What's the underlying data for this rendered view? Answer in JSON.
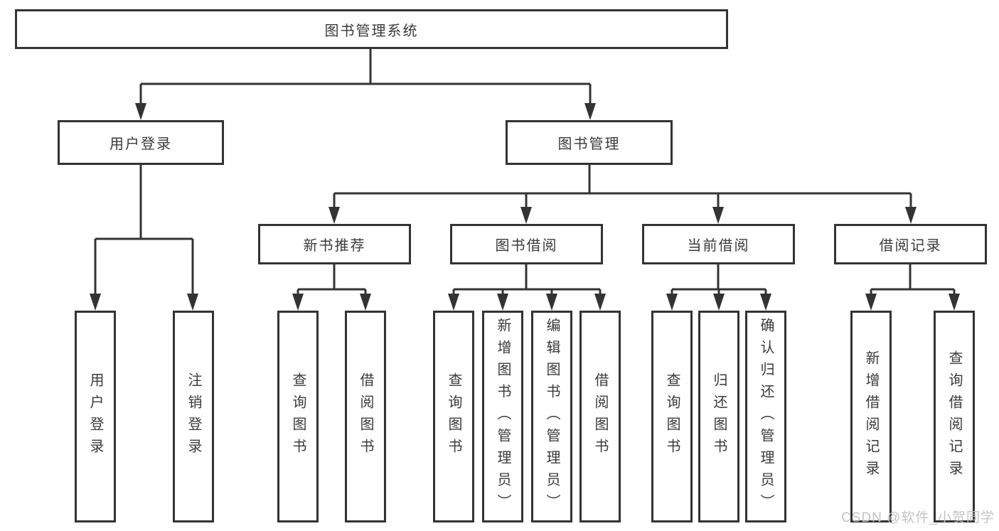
{
  "tree": {
    "label": "图书管理系统",
    "children": [
      {
        "label": "用户登录",
        "children": [
          {
            "label": "用户登录"
          },
          {
            "label": "注销登录"
          }
        ]
      },
      {
        "label": "图书管理",
        "children": [
          {
            "label": "新书推荐",
            "children": [
              {
                "label": "查询图书"
              },
              {
                "label": "借阅图书"
              }
            ]
          },
          {
            "label": "图书借阅",
            "children": [
              {
                "label": "查询图书"
              },
              {
                "label": "新增图书（管理员）"
              },
              {
                "label": "编辑图书（管理员）"
              },
              {
                "label": "借阅图书"
              }
            ]
          },
          {
            "label": "当前借阅",
            "children": [
              {
                "label": "查询图书"
              },
              {
                "label": "归还图书"
              },
              {
                "label": "确认归还（管理员）"
              }
            ]
          },
          {
            "label": "借阅记录",
            "children": [
              {
                "label": "新增借阅记录"
              },
              {
                "label": "查询借阅记录"
              }
            ]
          }
        ]
      }
    ]
  },
  "watermark": "CSDN @软件_小贺同学",
  "colors": {
    "line": "#333333",
    "text": "#3a3a3a",
    "background": "#ffffff",
    "watermark": "#c3c3c3"
  }
}
